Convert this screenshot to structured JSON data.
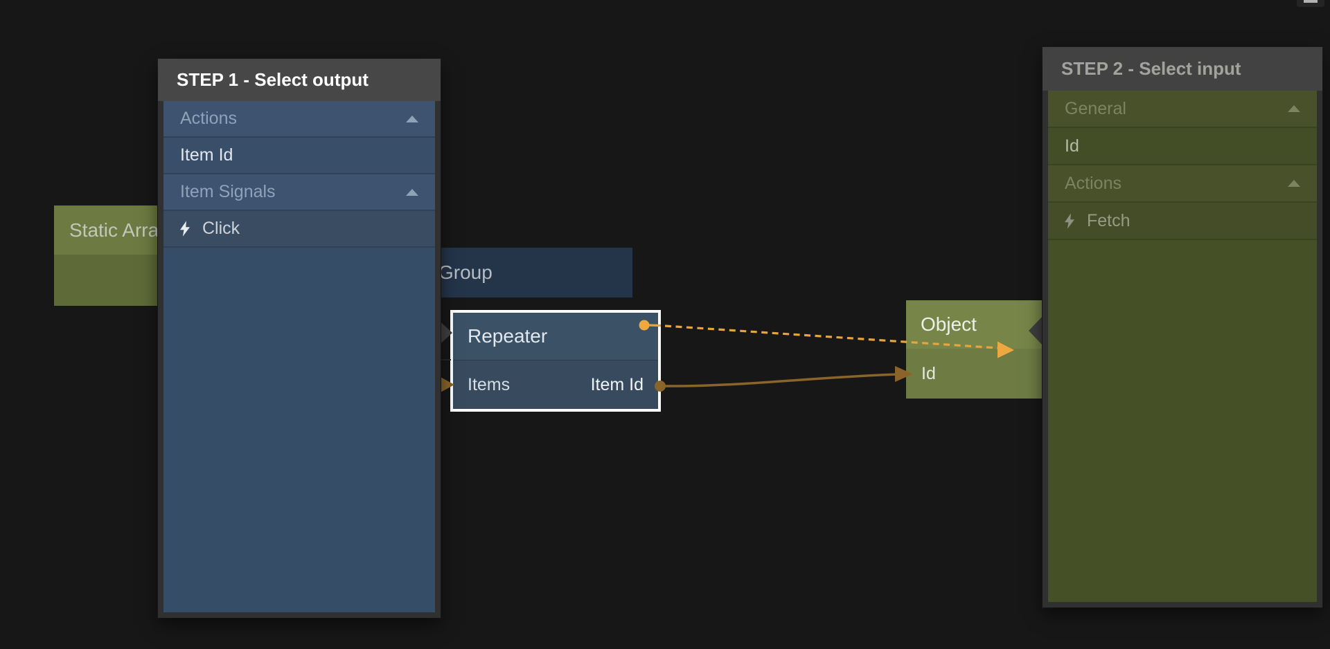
{
  "window": {
    "control_icon": "minimize-bar"
  },
  "panels": {
    "step1": {
      "title": "STEP 1 - Select output",
      "rows": [
        {
          "label": "Actions",
          "type": "category",
          "expanded": true
        },
        {
          "label": "Item Id",
          "type": "item"
        },
        {
          "label": "Item Signals",
          "type": "category",
          "expanded": true
        },
        {
          "label": "Click",
          "type": "signal",
          "icon": "lightning-bolt"
        }
      ]
    },
    "step2": {
      "title": "STEP 2 - Select input",
      "rows": [
        {
          "label": "General",
          "type": "category",
          "expanded": true
        },
        {
          "label": "Id",
          "type": "item"
        },
        {
          "label": "Actions",
          "type": "category",
          "expanded": true
        },
        {
          "label": "Fetch",
          "type": "signal",
          "icon": "lightning-bolt"
        }
      ]
    }
  },
  "nodes": {
    "static_array": {
      "title": "Static Array"
    },
    "group": {
      "title": "Group"
    },
    "repeater": {
      "title": "Repeater",
      "input_label": "Items",
      "output_label": "Item Id"
    },
    "object": {
      "title": "Object",
      "input_label": "Id"
    }
  },
  "icons": {
    "collapse_expanded": "triangle-up",
    "signal": "lightning-bolt"
  },
  "colors": {
    "canvas_bg": "#171717",
    "selection_border": "#ffffff",
    "connection_active": "#e8a43e",
    "connection_active_arrow": "#eda83f",
    "connection_solid": "#8a6428",
    "connection_inactive": "#3f3f3f"
  }
}
